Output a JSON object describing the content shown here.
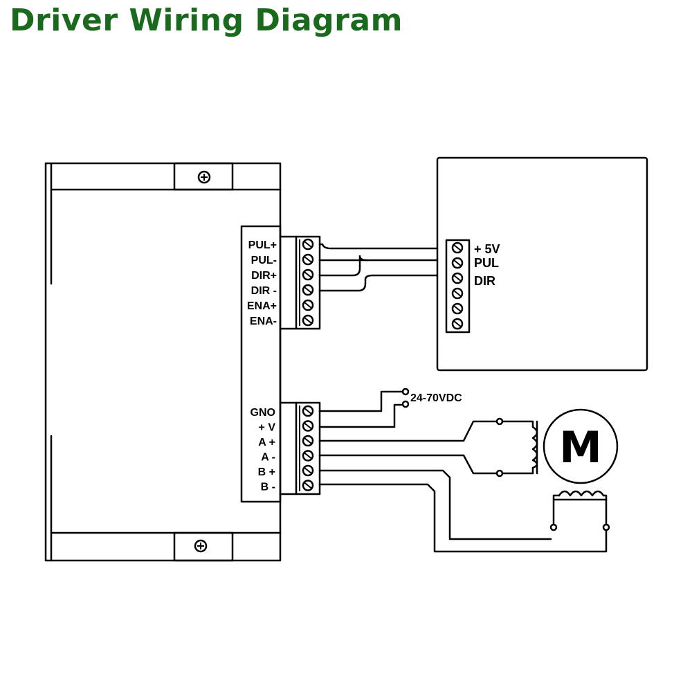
{
  "title": "Driver Wiring Diagram",
  "driver": {
    "signal_terminals": [
      "PUL+",
      "PUL-",
      "DIR+",
      "DIR -",
      "ENA+",
      "ENA-"
    ],
    "power_terminals": [
      "GNO",
      "+ V",
      "A +",
      "A -",
      "B +",
      "B -"
    ]
  },
  "controller": {
    "labels": [
      "+ 5V",
      "PUL",
      "DIR"
    ]
  },
  "power_supply": {
    "label": "24-70VDC"
  },
  "motor": {
    "letter": "M"
  },
  "colors": {
    "title": "#1a6a1e",
    "line": "#000000"
  }
}
